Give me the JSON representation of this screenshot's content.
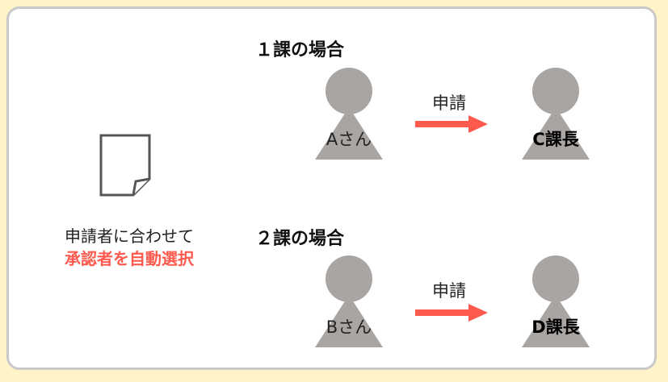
{
  "left_panel": {
    "line1": "申請者に合わせて",
    "line2": "承認者を自動選択"
  },
  "cases": [
    {
      "title": "１課の場合",
      "applicant": "Aさん",
      "request_label": "申請",
      "approver": "C課長"
    },
    {
      "title": "２課の場合",
      "applicant": "Bさん",
      "request_label": "申請",
      "approver": "D課長"
    }
  ],
  "icons": {
    "document": "document-icon",
    "person": "person-icon",
    "arrow": "arrow-right-icon"
  },
  "colors": {
    "background": "#fff3c8",
    "card_border": "#c9c9c9",
    "person": "#a9a5a3",
    "accent": "#ff5a4e",
    "document_stroke": "#555555"
  }
}
